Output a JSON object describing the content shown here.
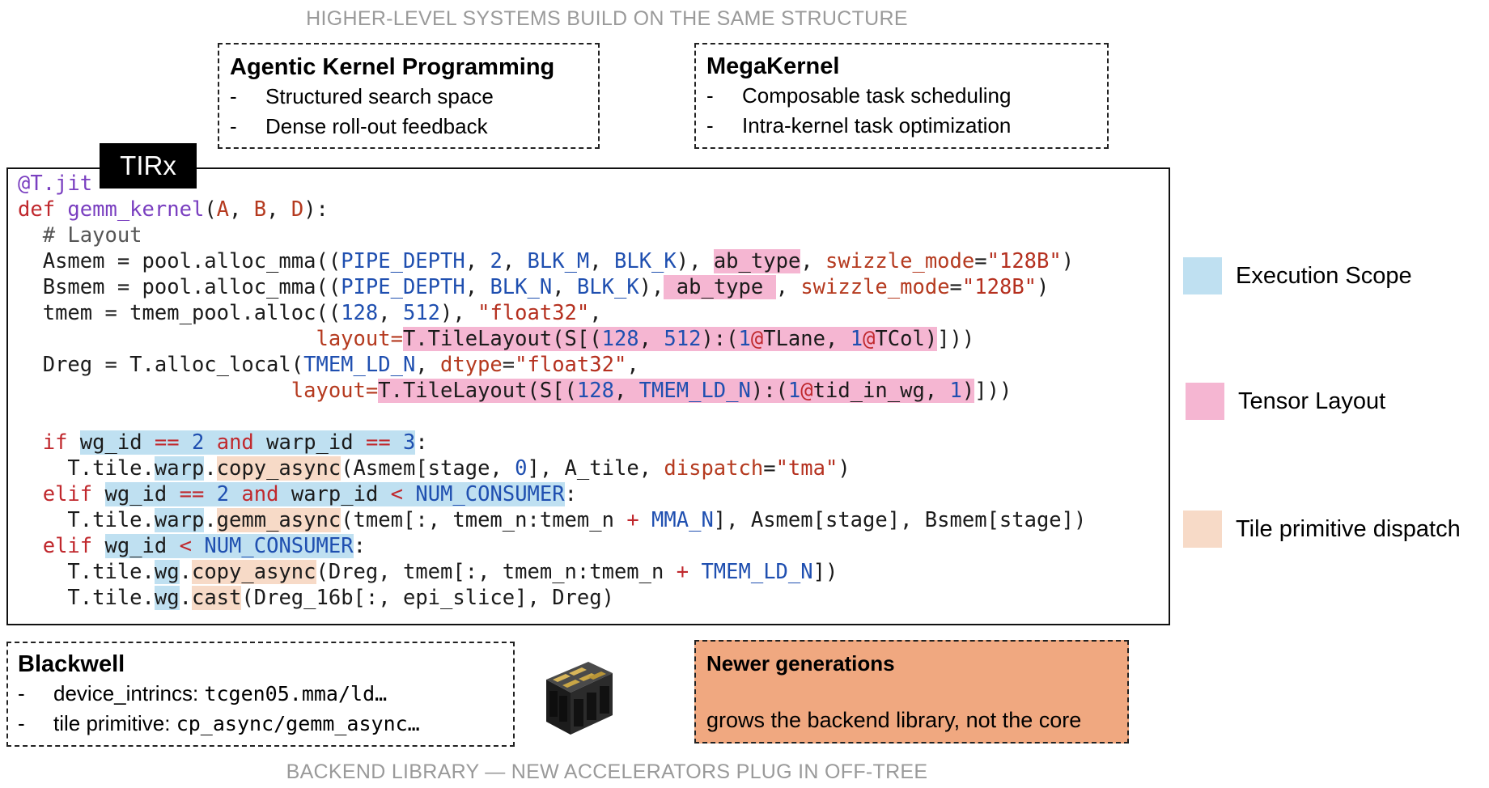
{
  "top_caption": "HIGHER-LEVEL SYSTEMS BUILD ON THE SAME STRUCTURE",
  "bottom_caption": "BACKEND LIBRARY — NEW ACCELERATORS PLUG IN OFF-TREE",
  "agentic": {
    "title": "Agentic Kernel Programming",
    "items": [
      "Structured search space",
      "Dense roll-out feedback"
    ]
  },
  "megakernel": {
    "title": "MegaKernel",
    "items": [
      "Composable task scheduling",
      "Intra-kernel task optimization"
    ]
  },
  "tirx_label": "TIRx",
  "blackwell": {
    "title": "Blackwell",
    "item1_label": "device_intrincs: ",
    "item1_code": "tcgen05.mma/ld…",
    "item2_label": "tile primitive: ",
    "item2_code": "cp_async/gemm_async…"
  },
  "newer": {
    "title": "Newer generations",
    "text": "grows the backend library, not the core"
  },
  "legend": [
    {
      "label": "Execution Scope",
      "color": "#bfe0f1"
    },
    {
      "label": "Tensor Layout",
      "color": "#f5b6d2"
    },
    {
      "label": "Tile primitive dispatch",
      "color": "#f7dac7"
    }
  ],
  "code": {
    "l1": "@T.jit",
    "l2_kw": "def",
    "l2_fn": "gemm_kernel",
    "l2_a": "A",
    "l2_b": "B",
    "l2_d": "D",
    "l3": "# Layout",
    "l4_pre": "Asmem = pool.alloc_mma((",
    "l4_pd": "PIPE_DEPTH",
    "l4_2": "2",
    "l4_bm": "BLK_M",
    "l4_bk": "BLK_K",
    "l4_ab": "ab_type",
    "l4_sw": "swizzle_mode",
    "l4_str": "\"128B\"",
    "l5_pre": "Bsmem = pool.alloc_mma((",
    "l5_pd": "PIPE_DEPTH",
    "l5_bn": "BLK_N",
    "l5_bk": "BLK_K",
    "l5_ab": "ab_type",
    "l5_sw": "swizzle_mode",
    "l5_str": "\"128B\"",
    "l6_pre": "tmem = tmem_pool.alloc((",
    "l6_128": "128",
    "l6_512": "512",
    "l6_str": "\"float32\"",
    "l7_kw": "layout",
    "l7_tl": "T.TileLayout(S[(",
    "l7_128": "128",
    "l7_512": "512",
    "l7_1a": "1",
    "l7_tlane": "TLane",
    "l7_1b": "1",
    "l7_tcol": "TCol",
    "l8_pre": "Dreg = T.alloc_local(",
    "l8_c": "TMEM_LD_N",
    "l8_dt": "dtype",
    "l8_str": "\"float32\"",
    "l9_kw": "layout",
    "l9_tl": "T.TileLayout(S[(",
    "l9_128": "128",
    "l9_c": "TMEM_LD_N",
    "l9_1a": "1",
    "l9_tid": "tid_in_wg",
    "l9_1b": "1",
    "l10_if": "if",
    "l10_wg": "wg_id",
    "l10_2": "2",
    "l10_and": "and",
    "l10_wp": "warp_id",
    "l10_3": "3",
    "l11_pre": "T.tile.",
    "l11_warp": "warp",
    "l11_op": "copy_async",
    "l11_args": "(Asmem[stage, ",
    "l11_0": "0",
    "l11_rest": "], A_tile, ",
    "l11_dk": "dispatch",
    "l11_str": "\"tma\"",
    "l12_elif": "elif",
    "l12_wg": "wg_id",
    "l12_2": "2",
    "l12_and": "and",
    "l12_wp": "warp_id",
    "l12_c": "NUM_CONSUMER",
    "l13_pre": "T.tile.",
    "l13_warp": "warp",
    "l13_op": "gemm_async",
    "l13_args": "(tmem[:, tmem_n:tmem_n ",
    "l13_c": "MMA_N",
    "l13_rest": "], Asmem[stage], Bsmem[stage])",
    "l14_elif": "elif",
    "l14_wg": "wg_id",
    "l14_c": "NUM_CONSUMER",
    "l15_pre": "T.tile.",
    "l15_wg": "wg",
    "l15_op": "copy_async",
    "l15_args": "(Dreg, tmem[:, tmem_n:tmem_n ",
    "l15_c": "TMEM_LD_N",
    "l16_pre": "T.tile.",
    "l16_wg": "wg",
    "l16_op": "cast",
    "l16_args": "(Dreg_16b[:, epi_slice], Dreg)"
  }
}
